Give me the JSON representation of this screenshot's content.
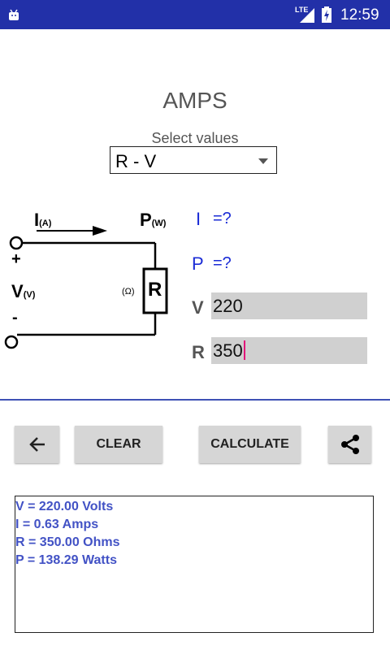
{
  "status_bar": {
    "network": "LTE",
    "time": "12:59",
    "icons": [
      "android-debug-icon",
      "signal-icon",
      "battery-charging-icon"
    ]
  },
  "header": {
    "title": "AMPS"
  },
  "selector": {
    "label": "Select values",
    "selected": "R - V"
  },
  "circuit": {
    "current_label": "I",
    "current_unit": "(A)",
    "power_label": "P",
    "power_unit": "(W)",
    "plus": "+",
    "minus": "-",
    "voltage_label": "V",
    "voltage_unit": "(V)",
    "resistor_label": "R",
    "resistor_unit": "(Ω)"
  },
  "inputs": {
    "i": {
      "prefix": "I",
      "value": "=?"
    },
    "p": {
      "prefix": "P",
      "value": "=?"
    },
    "v": {
      "prefix": "V",
      "value": "220"
    },
    "r": {
      "prefix": "R",
      "value": "350"
    }
  },
  "toolbar": {
    "back_icon": "arrow-left-icon",
    "clear_label": "CLEAR",
    "calculate_label": "CALCULATE",
    "share_icon": "share-icon"
  },
  "results": [
    "V = 220.00 Volts",
    "I = 0.63 Amps",
    "R = 350.00 Ohms",
    "P = 138.29 Watts"
  ],
  "colors": {
    "status_bar": "#2230a8",
    "accent": "#3f51b5",
    "result_text": "#4252c5",
    "unknown_text": "#1b2cd6",
    "cursor": "#e2157a"
  }
}
